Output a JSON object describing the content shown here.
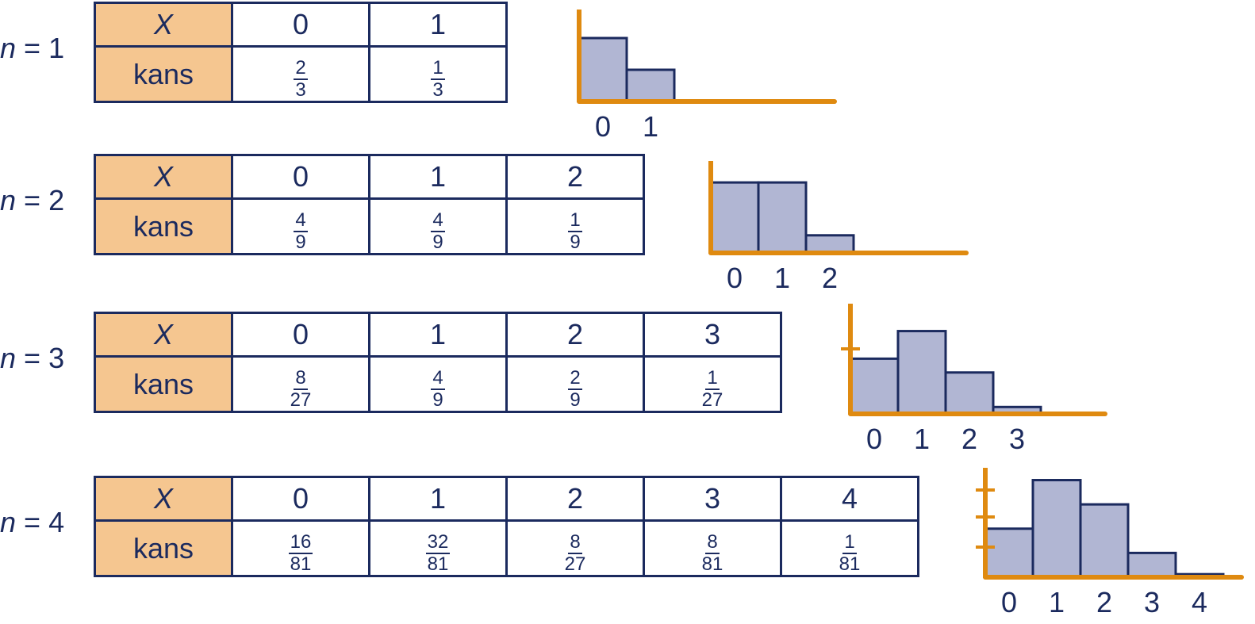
{
  "header_x": "X",
  "header_kans": "kans",
  "colors": {
    "axis": "#df8a10",
    "bar_fill": "#b1b6d3",
    "bar_stroke": "#1b2a5e",
    "header_bg": "#f5c690",
    "text": "#1b2a5e"
  },
  "chart_data": [
    {
      "type": "bar",
      "n_label": "1",
      "categories": [
        "0",
        "1"
      ],
      "probs": [
        {
          "num": "2",
          "den": "3"
        },
        {
          "num": "1",
          "den": "3"
        }
      ],
      "values": [
        0.6667,
        0.3333
      ]
    },
    {
      "type": "bar",
      "n_label": "2",
      "categories": [
        "0",
        "1",
        "2"
      ],
      "probs": [
        {
          "num": "4",
          "den": "9"
        },
        {
          "num": "4",
          "den": "9"
        },
        {
          "num": "1",
          "den": "9"
        }
      ],
      "values": [
        0.4444,
        0.4444,
        0.1111
      ]
    },
    {
      "type": "bar",
      "n_label": "3",
      "categories": [
        "0",
        "1",
        "2",
        "3"
      ],
      "probs": [
        {
          "num": "8",
          "den": "27"
        },
        {
          "num": "4",
          "den": "9"
        },
        {
          "num": "2",
          "den": "9"
        },
        {
          "num": "1",
          "den": "27"
        }
      ],
      "values": [
        0.2963,
        0.4444,
        0.2222,
        0.037
      ]
    },
    {
      "type": "bar",
      "n_label": "4",
      "categories": [
        "0",
        "1",
        "2",
        "3",
        "4"
      ],
      "probs": [
        {
          "num": "16",
          "den": "81"
        },
        {
          "num": "32",
          "den": "81"
        },
        {
          "num": "8",
          "den": "27"
        },
        {
          "num": "8",
          "den": "81"
        },
        {
          "num": "1",
          "den": "81"
        }
      ],
      "values": [
        0.1975,
        0.3951,
        0.2963,
        0.0988,
        0.0123
      ]
    }
  ]
}
